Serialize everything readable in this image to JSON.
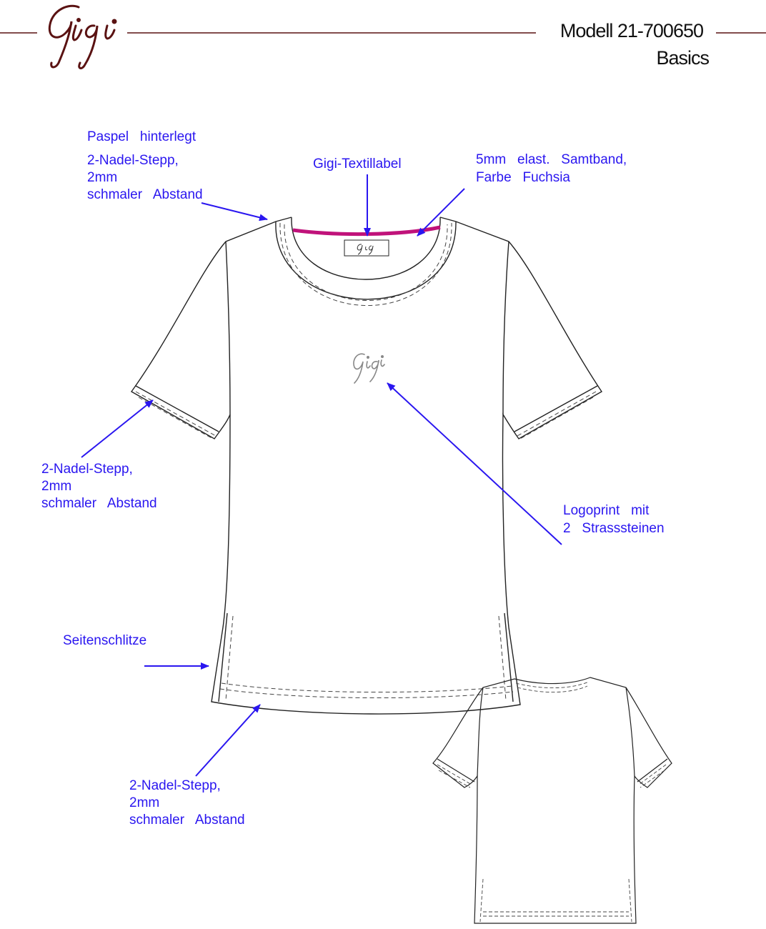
{
  "header": {
    "brand": "Gigi",
    "model": "Modell 21-700650",
    "line": "Basics",
    "brand_color": "#5a1212"
  },
  "annotations": {
    "paspel": "Paspel   hinterlegt",
    "neck_stitch": [
      "2-Nadel-Stepp,",
      "2mm",
      "schmaler   Abstand"
    ],
    "textillabel": "Gigi-Textillabel",
    "samtband": [
      "5mm   elast.   Samtband,",
      "Farbe   Fuchsia"
    ],
    "sleeve_stitch": [
      "2-Nadel-Stepp,",
      "2mm",
      "schmaler   Abstand"
    ],
    "logoprint": [
      "Logoprint   mit",
      "2   Strasssteinen"
    ],
    "seitenschlitze": "Seitenschlitze",
    "hem_stitch": [
      "2-Nadel-Stepp,",
      "2mm",
      "schmaler   Abstand"
    ]
  },
  "colors": {
    "annotation": "#2a16f0",
    "outline": "#222222",
    "stitch": "#444444",
    "velvet_band": "#c0127a"
  },
  "icons": [
    "gigi-logo-icon",
    "gigi-label-icon",
    "arrow-icon"
  ]
}
